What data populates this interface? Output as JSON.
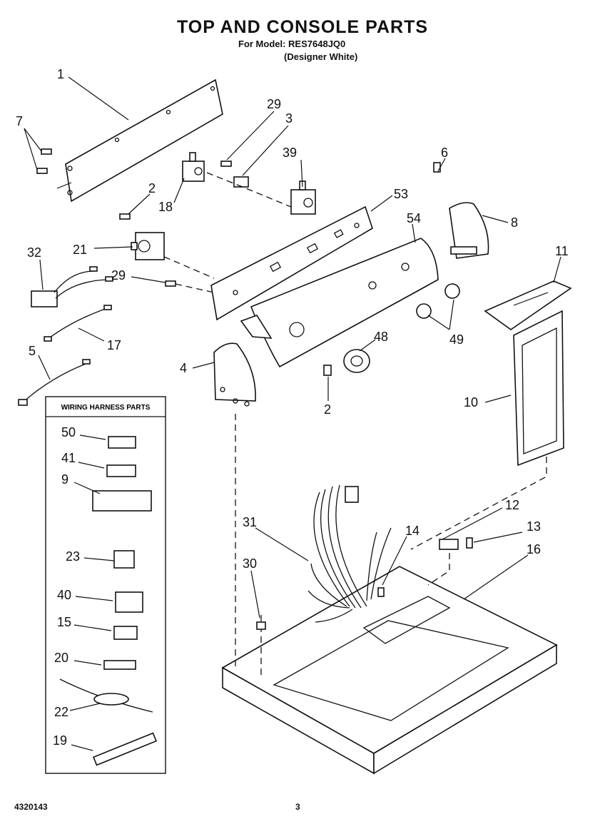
{
  "header": {
    "title": "TOP AND CONSOLE PARTS",
    "model_line": "For Model: RES7648JQ0",
    "variant_line": "(Designer White)"
  },
  "harness_box": {
    "title": "WIRING HARNESS PARTS"
  },
  "callouts": {
    "c1": "1",
    "c7": "7",
    "c29a": "29",
    "c3": "3",
    "c39": "39",
    "c6": "6",
    "c2a": "2",
    "c18": "18",
    "c53": "53",
    "c54": "54",
    "c8": "8",
    "c32": "32",
    "c21": "21",
    "c29b": "29",
    "c11": "11",
    "c17": "17",
    "c5": "5",
    "c48": "48",
    "c49": "49",
    "c4": "4",
    "c2b": "2",
    "c10": "10",
    "c50": "50",
    "c41": "41",
    "c9": "9",
    "c23": "23",
    "c40": "40",
    "c15": "15",
    "c20": "20",
    "c22": "22",
    "c19": "19",
    "c31": "31",
    "c30": "30",
    "c14": "14",
    "c12": "12",
    "c13": "13",
    "c16": "16"
  },
  "footer": {
    "doc_number": "4320143",
    "page_number": "3"
  }
}
